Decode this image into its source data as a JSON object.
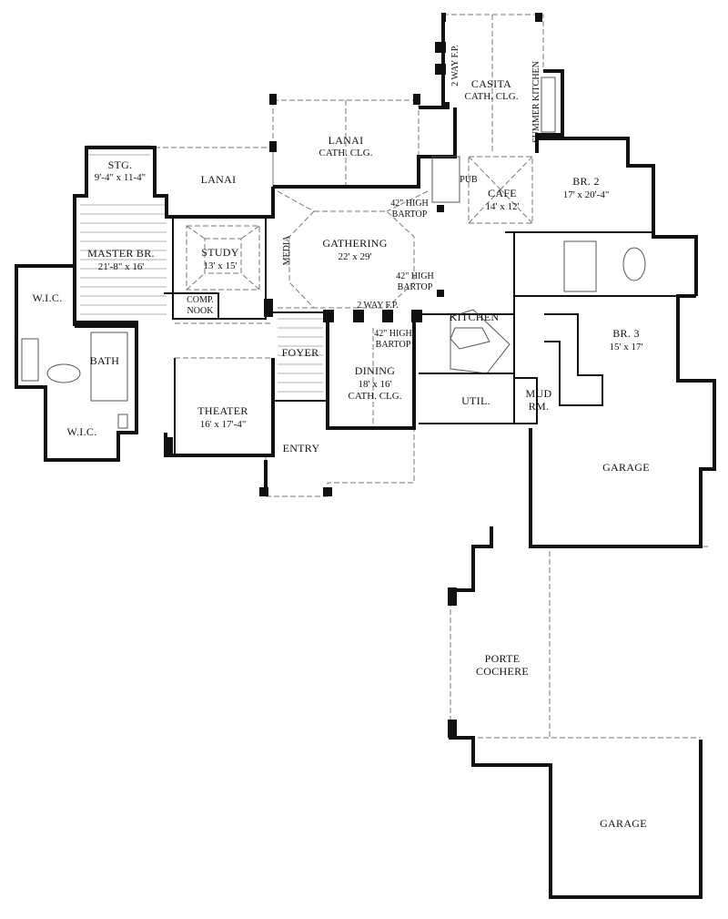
{
  "rooms": {
    "stg": {
      "name": "STG.",
      "dim": "9'-4\" x 11-4\""
    },
    "lanai_left": {
      "name": "LANAI"
    },
    "lanai_center": {
      "name": "LANAI",
      "note": "CATH. CLG."
    },
    "casita": {
      "name": "CASITA",
      "note": "CATH. CLG."
    },
    "two_way_fp_top": {
      "name": "2 WAY F.P."
    },
    "summer_kitchen": {
      "name": "SUMMER KITCHEN"
    },
    "pub": {
      "name": "PUB"
    },
    "cafe": {
      "name": "CAFE",
      "dim": "14' x 12'"
    },
    "br2": {
      "name": "BR. 2",
      "dim": "17' x 20'-4\""
    },
    "master_br": {
      "name": "MASTER BR.",
      "dim": "21'-8\" x 16'"
    },
    "study": {
      "name": "STUDY",
      "dim": "13' x 15'"
    },
    "comp_nook": {
      "name": "COMP.",
      "name2": "NOOK"
    },
    "media": {
      "name": "MEDIA"
    },
    "gathering": {
      "name": "GATHERING",
      "dim": "22' x 29'"
    },
    "bartop1": {
      "line1": "42\" HIGH",
      "line2": "BARTOP"
    },
    "bartop2": {
      "line1": "42\" HIGH",
      "line2": "BARTOP"
    },
    "bartop3": {
      "line1": "42\" HIGH",
      "line2": "BARTOP"
    },
    "two_way_fp_mid": {
      "name": "2 WAY F.P."
    },
    "kitchen": {
      "name": "KITCHEN"
    },
    "wic_top": {
      "name": "W.I.C."
    },
    "bath": {
      "name": "BATH"
    },
    "wic_bottom": {
      "name": "W.I.C."
    },
    "foyer": {
      "name": "FOYER"
    },
    "dining": {
      "name": "DINING",
      "dim": "18' x 16'",
      "note": "CATH. CLG."
    },
    "theater": {
      "name": "THEATER",
      "dim": "16' x 17'-4\""
    },
    "entry": {
      "name": "ENTRY"
    },
    "util": {
      "name": "UTIL."
    },
    "mud_rm": {
      "name": "MUD",
      "name2": "RM."
    },
    "br3": {
      "name": "BR. 3",
      "dim": "15' x 17'"
    },
    "garage_upper": {
      "name": "GARAGE"
    },
    "porte_cochere": {
      "name": "PORTE",
      "name2": "COCHERE"
    },
    "garage_lower": {
      "name": "GARAGE"
    }
  }
}
